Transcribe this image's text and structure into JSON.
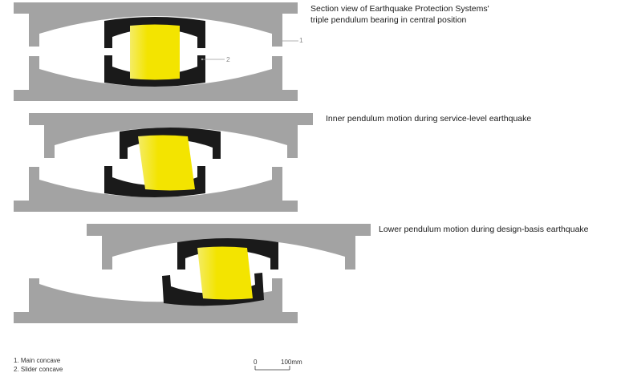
{
  "captions": {
    "central_line1": "Section view of Earthquake Protection Systems'",
    "central_line2": "triple pendulum bearing in central position",
    "inner": "Inner pendulum motion during service-level earthquake",
    "lower": "Lower pendulum motion during design-basis earthquake"
  },
  "callouts": {
    "main_concave": "1",
    "slider_concave": "2"
  },
  "legend": {
    "item1": "1. Main concave",
    "item2": "2. Slider concave"
  },
  "scale": {
    "start": "0",
    "end": "100mm"
  },
  "colors": {
    "plate": "#a3a3a3",
    "slider": "#1a1a1a",
    "core": "#f3e400",
    "leader": "#9a9a9a"
  }
}
